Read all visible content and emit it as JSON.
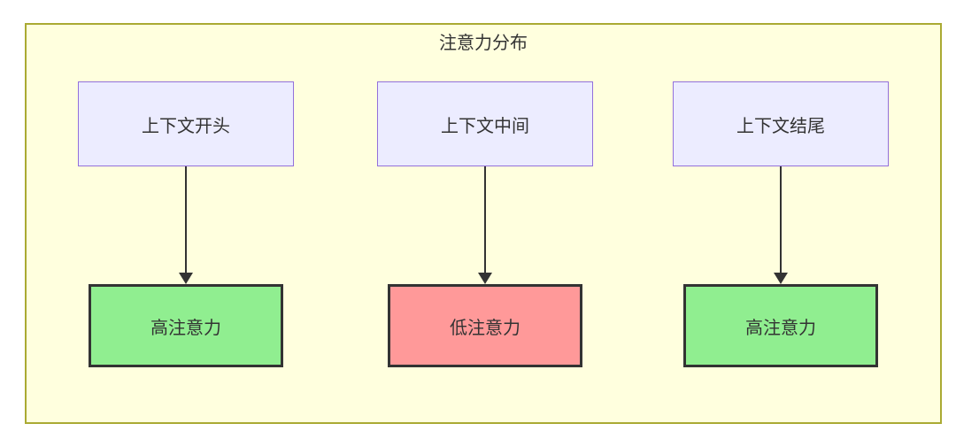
{
  "diagram": {
    "title": "注意力分布",
    "columns": [
      {
        "source": "上下文开头",
        "target": "高注意力",
        "variant": "high"
      },
      {
        "source": "上下文中间",
        "target": "低注意力",
        "variant": "low"
      },
      {
        "source": "上下文结尾",
        "target": "高注意力",
        "variant": "high"
      }
    ]
  },
  "colors": {
    "cluster-fill": "#ffffde",
    "cluster-border": "#aaaa33",
    "node-fill": "#ececff",
    "node-border": "#9370db",
    "high-fill": "#90ee90",
    "low-fill": "#ff9999",
    "result-border": "#333333",
    "arrow": "#333333",
    "text": "#333333"
  }
}
